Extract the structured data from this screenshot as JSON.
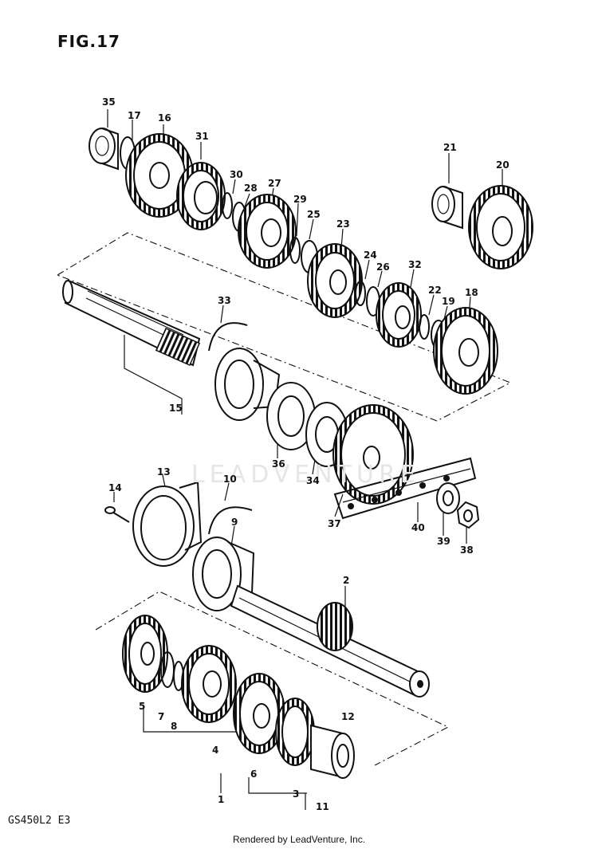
{
  "figure": {
    "title": "FIG.17",
    "model_code": "GS450L2 E3",
    "footer": "Rendered by LeadVenture, Inc.",
    "watermark": "LEADVENTURE"
  },
  "callouts": [
    "35",
    "17",
    "16",
    "31",
    "30",
    "28",
    "27",
    "29",
    "25",
    "23",
    "24",
    "26",
    "32",
    "22",
    "19",
    "18",
    "21",
    "20",
    "33",
    "15",
    "36",
    "34",
    "37",
    "40",
    "39",
    "38",
    "14",
    "13",
    "10",
    "9",
    "2",
    "5",
    "7",
    "8",
    "4",
    "6",
    "3",
    "11",
    "12",
    "1"
  ]
}
